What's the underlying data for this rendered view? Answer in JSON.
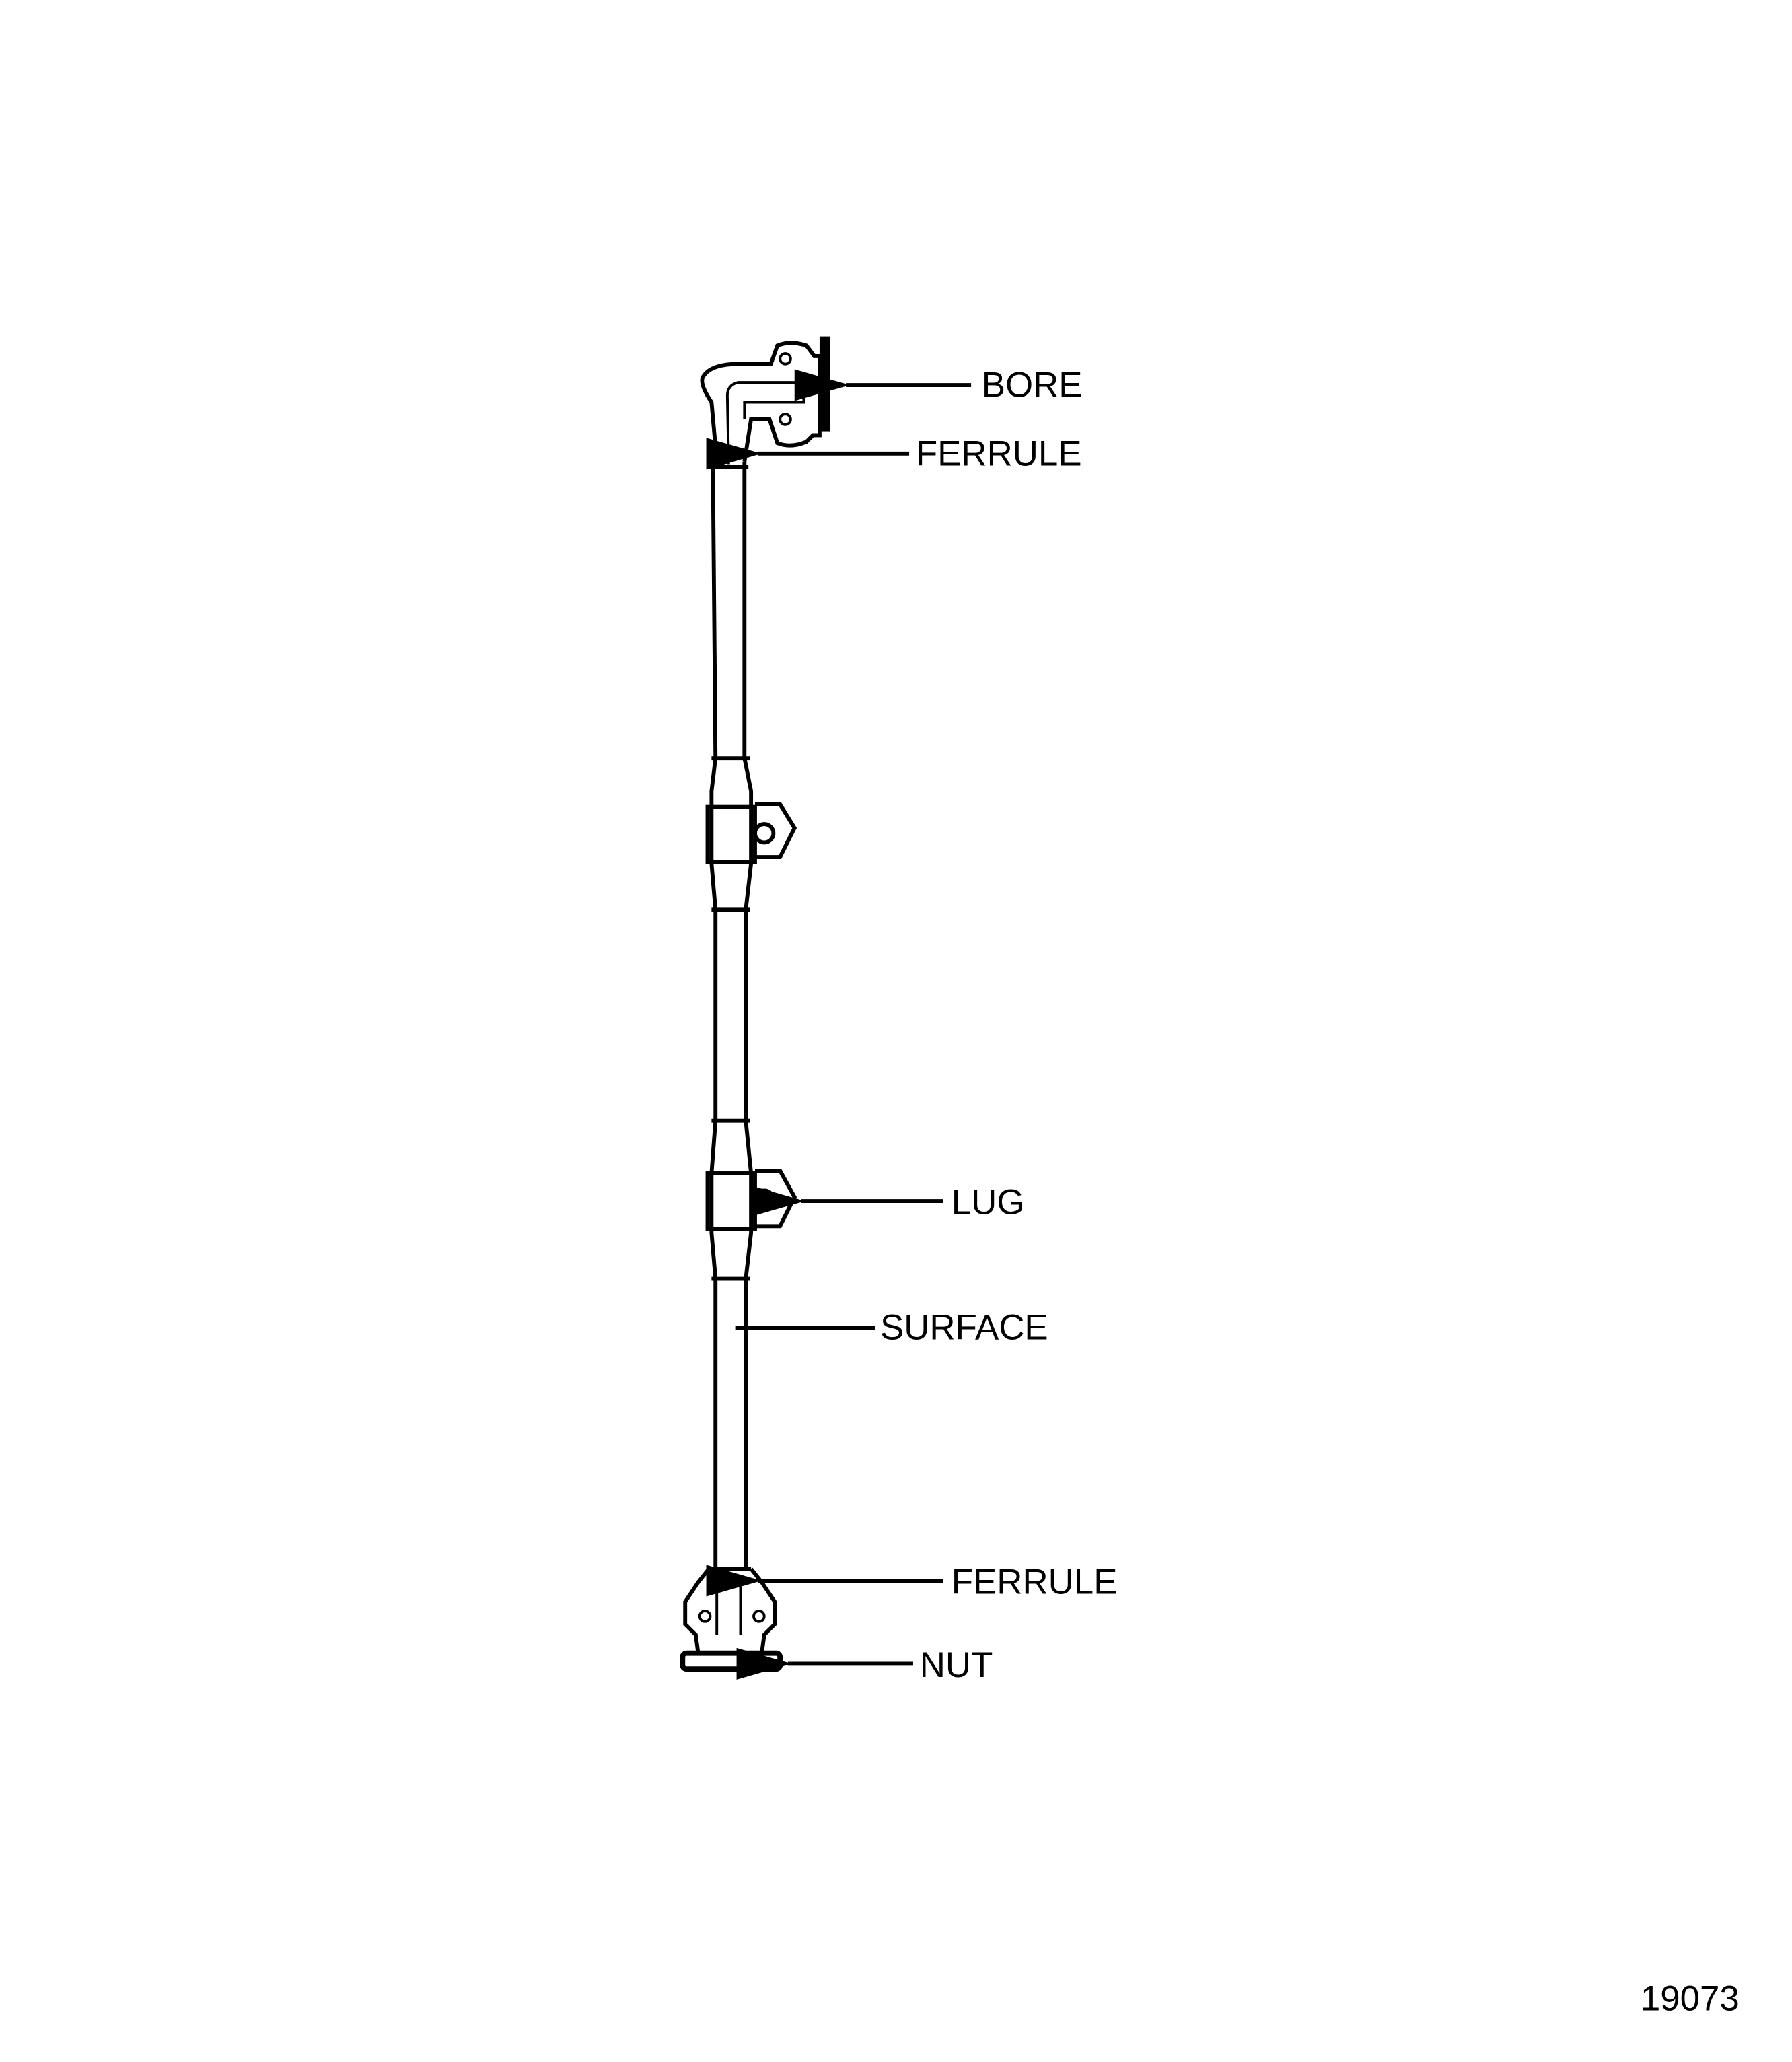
{
  "labels": {
    "bore": "BORE",
    "ferrule_top": "FERRULE",
    "lug": "LUG",
    "surface": "SURFACE",
    "ferrule_bottom": "FERRULE",
    "nut": "NUT"
  },
  "figure_number": "19073"
}
